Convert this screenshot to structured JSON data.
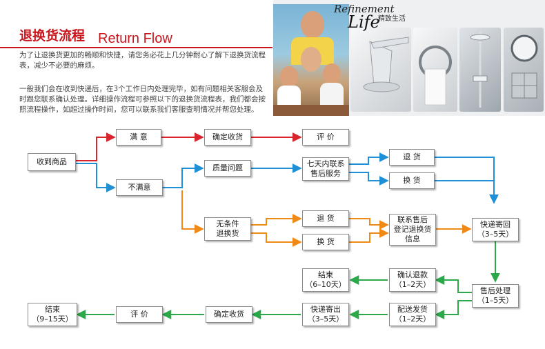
{
  "header": {
    "title_cn": "退换货流程",
    "title_en": "Return Flow",
    "intro_1": "为了让退换货更加的畅顺和快捷，请您务必花上几分钟耐心了解下退换货流程表，减少不必要的麻烦。",
    "intro_2": "一般我们会在收到快递后，在3个工作日内处理完毕，如有问题相关客服会及时跟您联系确认处理。详细操作流程可参照以下的退换货流程表，我们都会按照流程操作，如超过操作时间，您可以联系我们客服查明情况并帮您处理。"
  },
  "banner": {
    "text_en": "Refinement",
    "text_life": "Life",
    "text_cn": "精致生活"
  },
  "flow": {
    "received": "收到商品",
    "satisfied": "满  意",
    "confirm_receipt_top": "确定收货",
    "review_top": "评  价",
    "unsatisfied": "不满意",
    "quality_issue": "质量问题",
    "seven_days_1": "七天内联系",
    "seven_days_2": "售后服务",
    "return_1": "退  货",
    "exchange_1": "换  货",
    "unconditional_1": "无条件",
    "unconditional_2": "退换货",
    "return_2": "退  货",
    "exchange_2": "换  货",
    "contact_1": "联系售后",
    "contact_2": "登记退换货",
    "contact_3": "信息",
    "express_back_1": "快递寄回",
    "express_back_2": "（3–5天）",
    "confirm_refund_1": "确认退款",
    "confirm_refund_2": "（1–2天）",
    "end_refund_1": "结束",
    "end_refund_2": "（6–10天）",
    "after_sale_1": "售后处理",
    "after_sale_2": "（1–5天）",
    "deliver_1": "配送发货",
    "deliver_2": "（1–2天）",
    "express_out_1": "快递寄出",
    "express_out_2": "（3–5天）",
    "confirm_receipt_bottom": "确定收货",
    "review_bottom": "评  价",
    "end_final_1": "结束",
    "end_final_2": "（9–15天）"
  },
  "colors": {
    "accent_red": "#c8161d",
    "arrow_red": "#d9232d",
    "arrow_blue": "#1f8fd6",
    "arrow_orange": "#f08a16",
    "arrow_green": "#2aa84a"
  }
}
